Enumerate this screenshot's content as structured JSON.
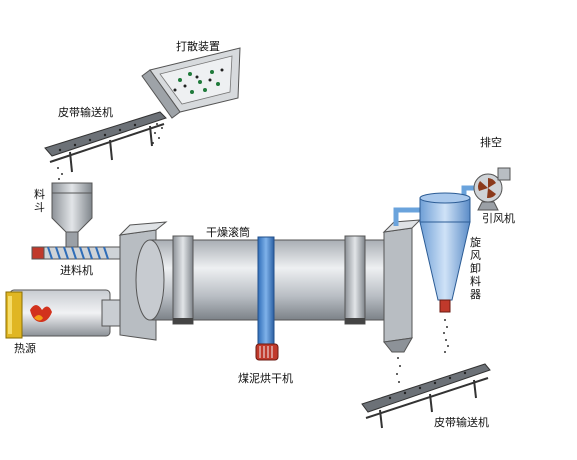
{
  "labels": {
    "spreader": "打散装置",
    "belt_top": "皮带输送机",
    "hopper": "料斗",
    "feeder": "进料机",
    "heat_source": "热源",
    "drum": "干燥滚筒",
    "machine": "煤泥烘干机",
    "exhaust": "排空",
    "fan": "引风机",
    "cyclone": "旋风卸料器",
    "belt_bottom": "皮带输送机"
  }
}
